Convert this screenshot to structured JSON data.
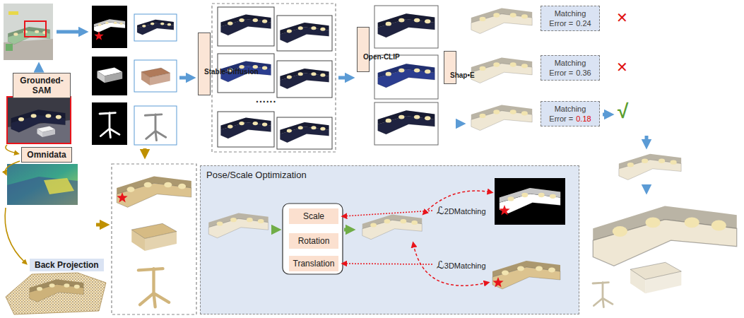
{
  "diagram": {
    "nodes": [
      {
        "text": [
          "Grounded-SAM"
        ]
      },
      {
        "text": [
          "Omnidata"
        ]
      },
      {
        "text": [
          "Back Projection"
        ]
      },
      {
        "text": [
          "Stable-Diffusion"
        ]
      },
      {
        "text": [
          "Open-CLIP"
        ]
      },
      {
        "text": [
          "Shap•E"
        ]
      },
      {
        "text": [
          "Matching",
          "Error =",
          "0.24"
        ]
      },
      {
        "text": [
          "Matching",
          "Error =",
          "0.36"
        ]
      },
      {
        "text": [
          "Matching",
          "Error =",
          "0.18"
        ]
      },
      {
        "text": [
          "Pose/Scale Optimization"
        ]
      },
      {
        "text": [
          "Scale"
        ],
        "in": 9
      },
      {
        "text": [
          "Rotation"
        ],
        "in": 9
      },
      {
        "text": [
          "Translation"
        ],
        "in": 9
      }
    ],
    "labels": [
      "......",
      "ℒ2DMatching",
      "ℒ3DMatching",
      "✕",
      "✕",
      "√"
    ]
  }
}
